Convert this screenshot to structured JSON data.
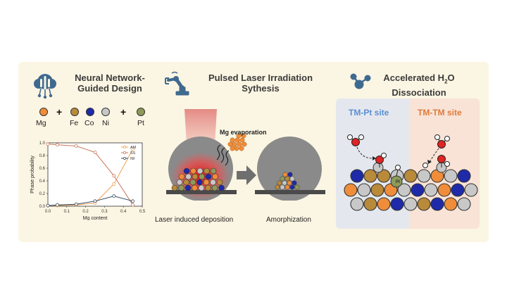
{
  "panel1": {
    "title_line1": "Neural Network-",
    "title_line2": "Guided Design",
    "elements": [
      {
        "label": "Mg",
        "color": "#ef8d3a"
      },
      {
        "label": "Fe",
        "color": "#b98a3a"
      },
      {
        "label": "Co",
        "color": "#1f2aa8"
      },
      {
        "label": "Ni",
        "color": "#c8c8c8"
      },
      {
        "label": "Pt",
        "color": "#8e9a5a"
      }
    ],
    "plus_sign": "+"
  },
  "panel2": {
    "title_line1": "Pulsed Laser Irradiation",
    "title_line2": "Sythesis",
    "evaporation_label": "Mg evaporation",
    "label_left": "Laser induced deposition",
    "label_right": "Amorphization"
  },
  "panel3": {
    "title_line1_prefix": "Accelerated H",
    "title_sub": "2",
    "title_line1_suffix": "O",
    "title_line2": "Dissociation",
    "site_left": "TM-Pt site",
    "site_right": "TM-TM site",
    "pt_label": "Pt"
  },
  "chart_data": {
    "type": "line",
    "xlabel": "Mg content",
    "ylabel": "Phase probability",
    "xlim": [
      0.0,
      0.5
    ],
    "ylim": [
      0.0,
      1.0
    ],
    "xticks": [
      "0.0",
      "0.1",
      "0.2",
      "0.3",
      "0.4",
      "0.5"
    ],
    "yticks": [
      "0.0",
      "0.2",
      "0.4",
      "0.6",
      "0.8",
      "1.0"
    ],
    "x": [
      0.0,
      0.05,
      0.15,
      0.25,
      0.35,
      0.45
    ],
    "series": [
      {
        "name": "AM",
        "color": "#f0a050",
        "values": [
          0.01,
          0.01,
          0.02,
          0.05,
          0.35,
          0.9
        ]
      },
      {
        "name": "SS",
        "color": "#c8775a",
        "values": [
          0.98,
          0.97,
          0.95,
          0.85,
          0.48,
          0.02
        ]
      },
      {
        "name": "IM",
        "color": "#33495e",
        "values": [
          0.01,
          0.02,
          0.03,
          0.08,
          0.16,
          0.08
        ]
      }
    ],
    "legend": "top-right",
    "grid": false
  }
}
